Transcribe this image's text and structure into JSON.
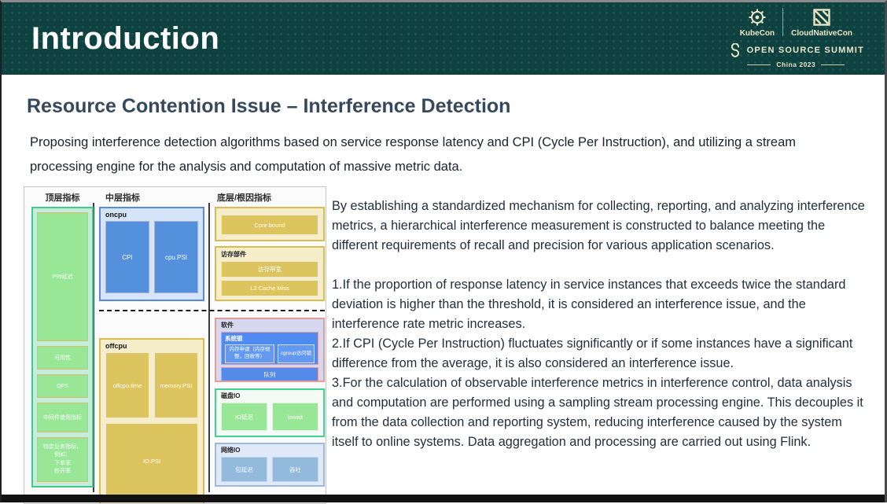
{
  "banner": {
    "title": "Introduction",
    "logos": {
      "kubecon": "KubeCon",
      "cloudnativecon": "CloudNativeCon",
      "summit": "OPEN SOURCE SUMMIT",
      "location": "China 2023"
    }
  },
  "heading": "Resource Contention Issue – Interference Detection",
  "intro": "Proposing interference detection algorithms based on service response latency and CPI (Cycle Per Instruction), and utilizing a stream processing engine for the analysis and computation of massive metric data.",
  "diagram": {
    "col1": {
      "header": "顶层指标",
      "p99": "P99延迟",
      "availability": "可用性",
      "qps": "QPS",
      "middleware": "中间件使用指标",
      "business": "特定业务指标，\n例如：\n下单率\n秒开率"
    },
    "col2": {
      "header": "中层指标",
      "oncpu_label": "oncpu",
      "cpi": "CPI",
      "cpu_psi": "cpu.PSI",
      "offcpu_label": "offcpu",
      "offcpu_time": "offcpu.time",
      "memory_psi": "memory.PSI",
      "io_psi": "IO.PSI"
    },
    "col3": {
      "header": "底层/根因指标",
      "core_bound": "Core bound",
      "mem_group_label": "访存部件",
      "mem_bandwidth": "访存带宽",
      "l3_cache_miss": "L3 Cache Miss",
      "software_label": "软件",
      "syslock_label": "系统锁",
      "mem_alloc": "内存申请（内存规整，回收等）",
      "cgroup_lock": "cgroup访问锁",
      "queue": "队列",
      "disk_io_label": "磁盘IO",
      "io_latency": "IO延迟",
      "iowait": "iowait",
      "net_io_label": "网络IO",
      "packet_latency": "包延迟",
      "throughput": "吞吐"
    }
  },
  "main_text": {
    "para1": "By establishing a standardized mechanism for collecting, reporting, and analyzing interference metrics, a hierarchical interference measurement is constructed to balance meeting the different requirements of recall and precision for various application scenarios.",
    "point1": "1.If the proportion of response latency in service instances that exceeds twice the standard deviation is higher than the threshold, it is considered an interference issue, and the interference rate metric increases.",
    "point2": "2.If CPI (Cycle Per Instruction) fluctuates significantly or if some instances have a significant difference from the average, it is also considered an interference issue.",
    "point3": "3.For the calculation of observable interference metrics in interference control, data analysis and computation are performed using a sampling stream processing engine. This decouples it from the data collection and reporting system, reducing interference caused by the system itself to online systems. Data aggregation and processing are carried out using Flink."
  },
  "colors": {
    "banner_teal": "#0d4240",
    "heading_text": "#36495c",
    "body_text": "#222f3d",
    "green_accent": "#41c98e",
    "green_box": "#97e797",
    "blue_container": "#5b8ad8",
    "blue_box": "#5590dc",
    "yellow_container": "#d9bd52",
    "yellow_box": "#dcc45e",
    "salmon_border": "#e39c9c",
    "syslock_blue": "#4f8bf0",
    "net_box": "#93b9dd",
    "logo_cream": "#ece5c8"
  }
}
